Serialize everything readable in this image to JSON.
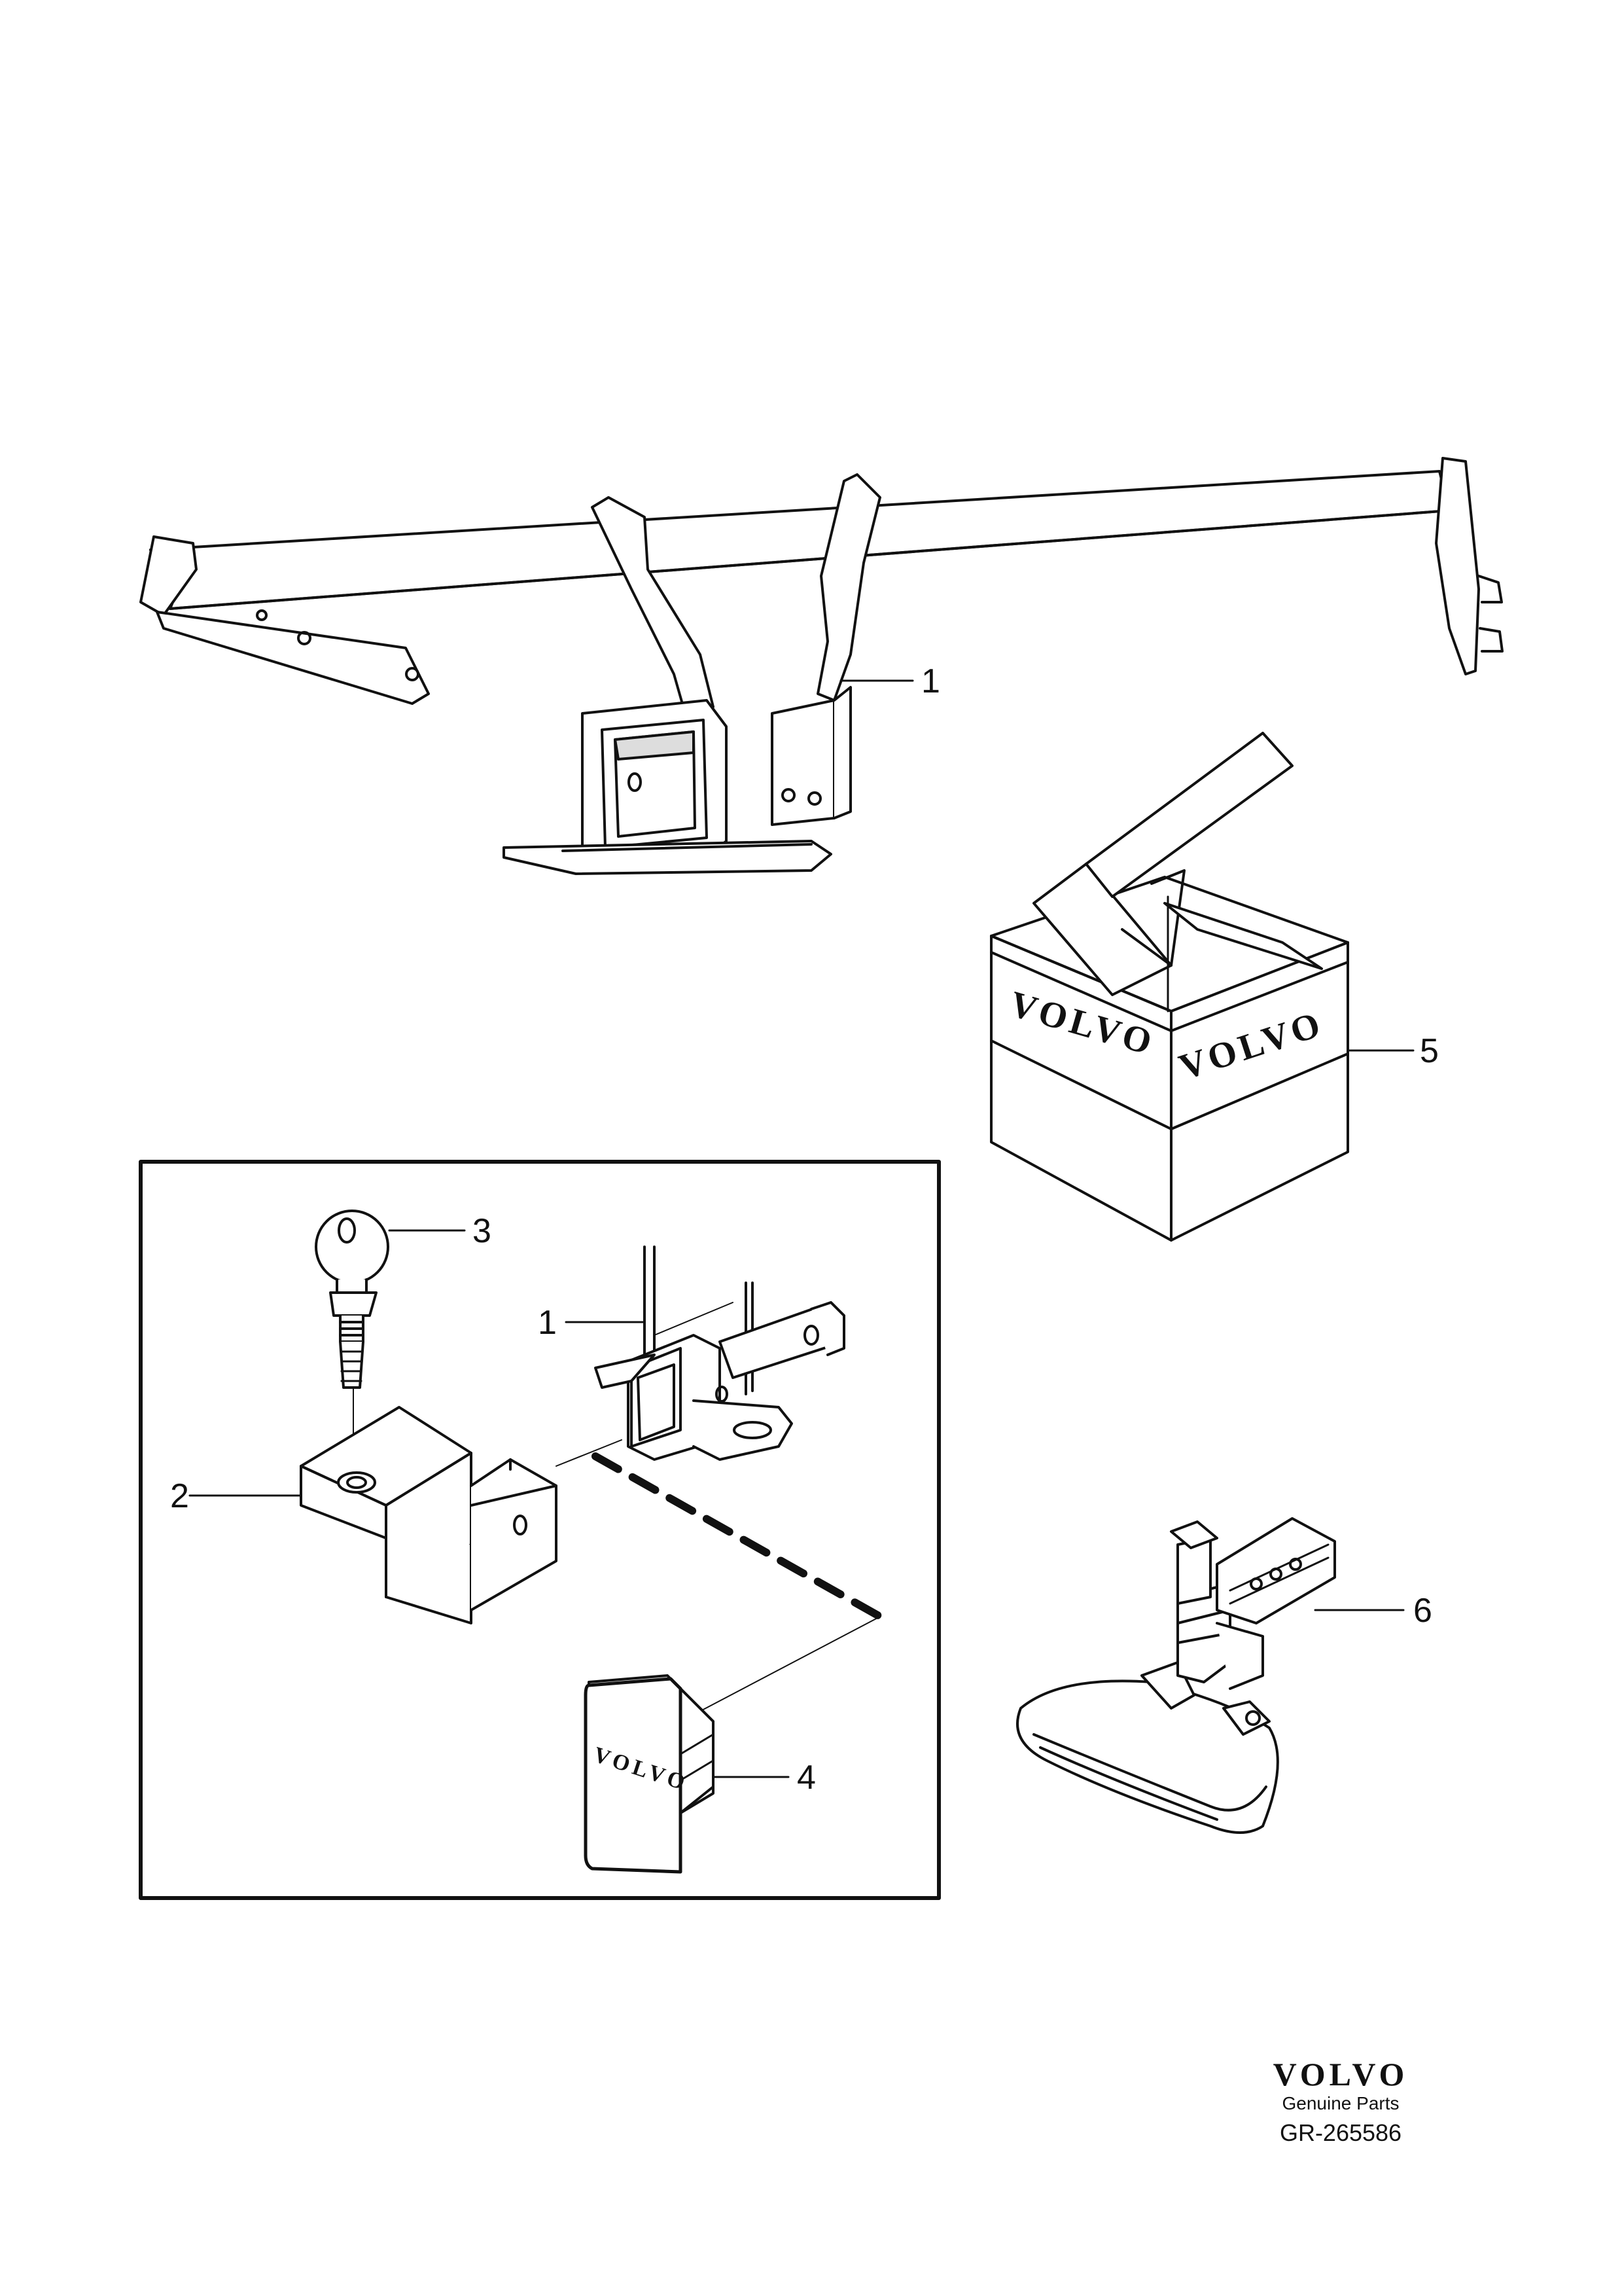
{
  "callouts": {
    "c1_top": "1",
    "c1_inset": "1",
    "c2": "2",
    "c3": "3",
    "c4": "4",
    "c5": "5",
    "c6": "6"
  },
  "box_logo": "VOLVO",
  "cap_logo": "VOLVO",
  "footer": {
    "brand": "VOLVO",
    "subtitle": "Genuine Parts",
    "code": "GR-265586"
  }
}
